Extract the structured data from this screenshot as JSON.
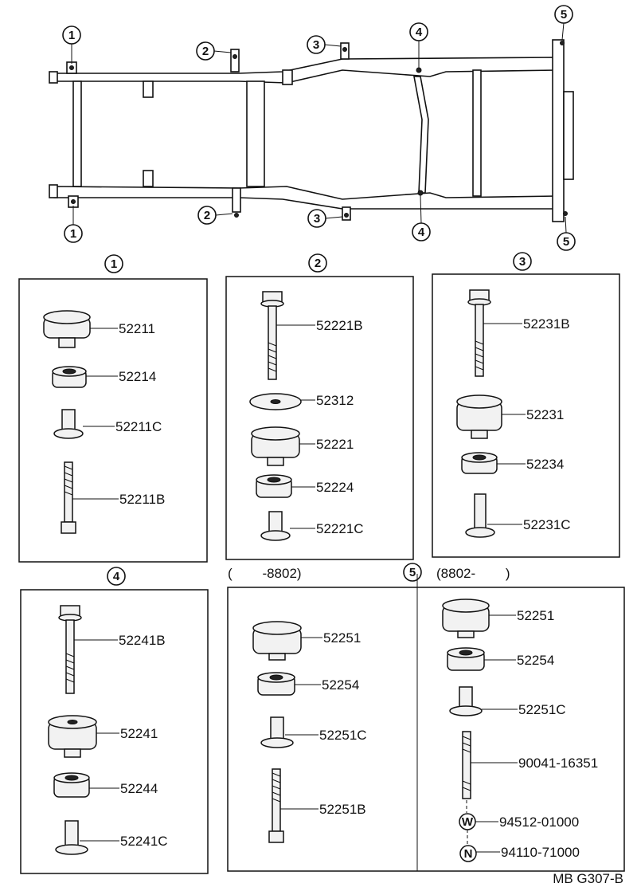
{
  "circled_numbers": {
    "n1": "1",
    "n2": "2",
    "n3": "3",
    "n4": "4",
    "n5": "5",
    "letter_w": "W",
    "letter_n": "N"
  },
  "panels": {
    "p1": {
      "parts": [
        "52211",
        "52214",
        "52211C",
        "52211B"
      ]
    },
    "p2": {
      "parts": [
        "52221B",
        "52312",
        "52221",
        "52224",
        "52221C"
      ]
    },
    "p3": {
      "parts": [
        "52231B",
        "52231",
        "52234",
        "52231C"
      ]
    },
    "p4": {
      "parts": [
        "52241B",
        "52241",
        "52244",
        "52241C"
      ]
    },
    "p5a": {
      "range": "(        -8802)",
      "parts": [
        "52251",
        "52254",
        "52251C",
        "52251B"
      ]
    },
    "p5b": {
      "range": "(8802-        )",
      "parts": [
        "52251",
        "52254",
        "52251C",
        "90041-16351",
        "94512-01000",
        "94110-71000"
      ]
    }
  },
  "footer": {
    "code": "MB G307-B"
  }
}
